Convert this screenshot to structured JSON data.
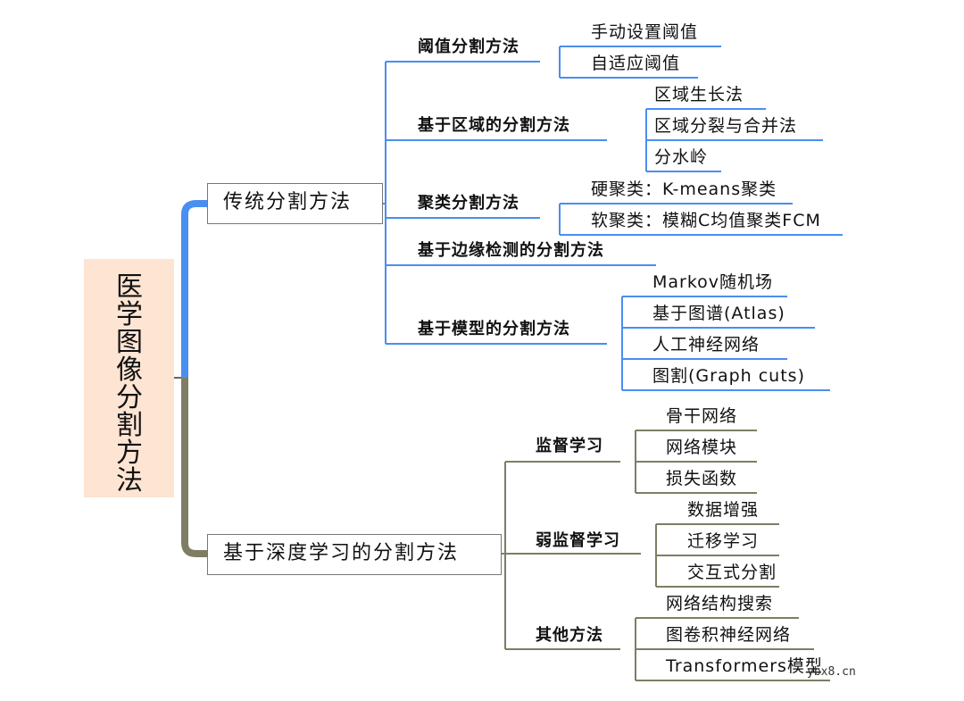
{
  "root": {
    "title": "医学图像分割方法"
  },
  "traditional": {
    "label": "传统分割方法",
    "threshold": {
      "label": "阈值分割方法",
      "items": [
        "手动设置阈值",
        "自适应阈值"
      ]
    },
    "region": {
      "label": "基于区域的分割方法",
      "items": [
        "区域生长法",
        "区域分裂与合并法",
        "分水岭"
      ]
    },
    "cluster": {
      "label": "聚类分割方法",
      "items": [
        "硬聚类：K-means聚类",
        "软聚类：模糊C均值聚类FCM"
      ]
    },
    "edge": {
      "label": "基于边缘检测的分割方法"
    },
    "model": {
      "label": "基于模型的分割方法",
      "items": [
        "Markov随机场",
        "基于图谱(Atlas)",
        "人工神经网络",
        "图割(Graph cuts)"
      ]
    }
  },
  "deep": {
    "label": "基于深度学习的分割方法",
    "supervised": {
      "label": "监督学习",
      "items": [
        "骨干网络",
        "网络模块",
        "损失函数"
      ]
    },
    "weak": {
      "label": "弱监督学习",
      "items": [
        "数据增强",
        "迁移学习",
        "交互式分割"
      ]
    },
    "other": {
      "label": "其他方法",
      "items": [
        "网络结构搜索",
        "图卷积神经网络",
        "Transformers模型"
      ]
    }
  },
  "watermark": "ybx8.cn",
  "colors": {
    "traditional_branch": "#4a8ef0",
    "deep_branch": "#7f7d63",
    "root_fill": "#fde4d3"
  }
}
